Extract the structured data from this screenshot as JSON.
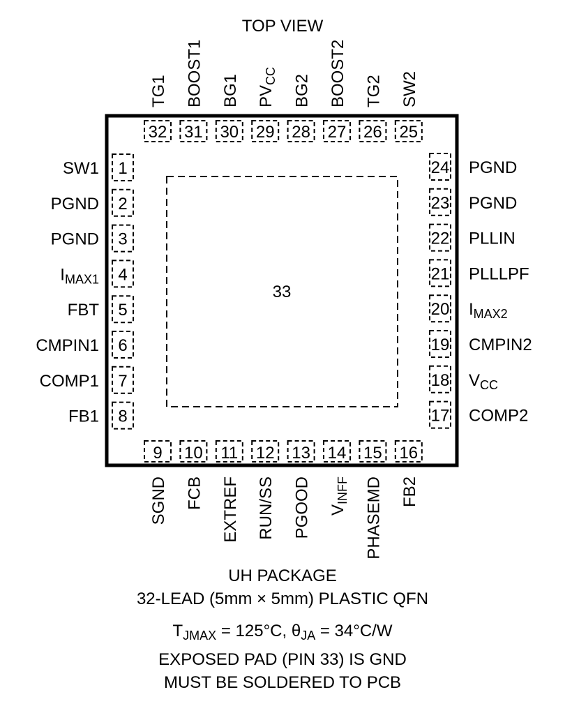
{
  "title": "TOP VIEW",
  "exposed_pad": {
    "number": "33"
  },
  "pins": {
    "left": [
      {
        "num": "1",
        "label": "SW1"
      },
      {
        "num": "2",
        "label": "PGND"
      },
      {
        "num": "3",
        "label": "PGND"
      },
      {
        "num": "4",
        "label": "I",
        "sub": "MAX1"
      },
      {
        "num": "5",
        "label": "FBT"
      },
      {
        "num": "6",
        "label": "CMPIN1"
      },
      {
        "num": "7",
        "label": "COMP1"
      },
      {
        "num": "8",
        "label": "FB1"
      }
    ],
    "bottom": [
      {
        "num": "9",
        "label": "SGND"
      },
      {
        "num": "10",
        "label": "FCB"
      },
      {
        "num": "11",
        "label": "EXTREF"
      },
      {
        "num": "12",
        "label": "RUN/SS"
      },
      {
        "num": "13",
        "label": "PGOOD"
      },
      {
        "num": "14",
        "label": "V",
        "sub": "INFF"
      },
      {
        "num": "15",
        "label": "PHASEMD"
      },
      {
        "num": "16",
        "label": "FB2"
      }
    ],
    "right": [
      {
        "num": "24",
        "label": "PGND"
      },
      {
        "num": "23",
        "label": "PGND"
      },
      {
        "num": "22",
        "label": "PLLIN"
      },
      {
        "num": "21",
        "label": "PLLLPF"
      },
      {
        "num": "20",
        "label": "I",
        "sub": "MAX2"
      },
      {
        "num": "19",
        "label": "CMPIN2"
      },
      {
        "num": "18",
        "label": "V",
        "sub": "CC"
      },
      {
        "num": "17",
        "label": "COMP2"
      }
    ],
    "top": [
      {
        "num": "32",
        "label": "TG1"
      },
      {
        "num": "31",
        "label": "BOOST1"
      },
      {
        "num": "30",
        "label": "BG1"
      },
      {
        "num": "29",
        "label": "PV",
        "sub": "CC"
      },
      {
        "num": "28",
        "label": "BG2"
      },
      {
        "num": "27",
        "label": "BOOST2"
      },
      {
        "num": "26",
        "label": "TG2"
      },
      {
        "num": "25",
        "label": "SW2"
      }
    ]
  },
  "caption": {
    "package": "UH PACKAGE",
    "description": "32-LEAD (5mm × 5mm) PLASTIC QFN",
    "thermal": [
      {
        "t": "T"
      },
      {
        "t": "JMAX",
        "sub": true
      },
      {
        "t": " = 125°C, θ"
      },
      {
        "t": "JA",
        "sub": true
      },
      {
        "t": " = 34°C/W"
      }
    ],
    "note_line1": "EXPOSED PAD (PIN 33) IS GND",
    "note_line2": "MUST BE SOLDERED TO PCB"
  }
}
